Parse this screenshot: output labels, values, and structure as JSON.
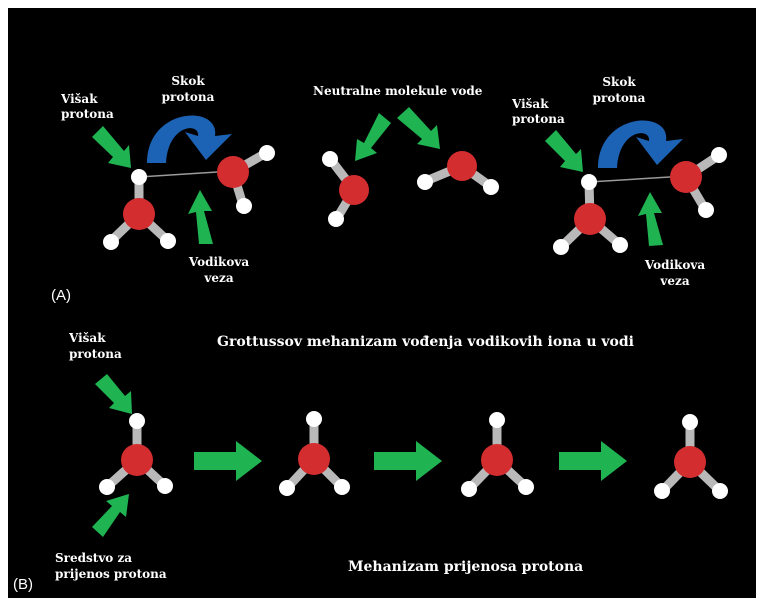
{
  "colors": {
    "background": "#000000",
    "oxygen": "#d32d2f",
    "hydrogen": "#ffffff",
    "bond": "#b9b9b9",
    "hbond": "#9a9a9a",
    "arrow_green": "#1fb451",
    "arrow_blue": "#1d63b5",
    "text": "#ffffff"
  },
  "panelA": {
    "tag": "(A)",
    "left": {
      "excess_proton_1": "Višak",
      "excess_proton_2": "protona",
      "jump_1": "Skok",
      "jump_2": "protona",
      "hbond_1": "Vodikova",
      "hbond_2": "veza"
    },
    "middle": {
      "neutral": "Neutralne molekule vode"
    },
    "right": {
      "excess_proton_1": "Višak",
      "excess_proton_2": "protona",
      "jump_1": "Skok",
      "jump_2": "protona",
      "hbond_1": "Vodikova",
      "hbond_2": "veza"
    },
    "caption": "Grottussov mehanizam vođenja vodikovih iona u vodi"
  },
  "panelB": {
    "tag": "(B)",
    "excess_proton_1": "Višak",
    "excess_proton_2": "protona",
    "agent_1": "Sredstvo za",
    "agent_2": "prijenos protona",
    "caption": "Mehanizam prijenosa protona"
  }
}
